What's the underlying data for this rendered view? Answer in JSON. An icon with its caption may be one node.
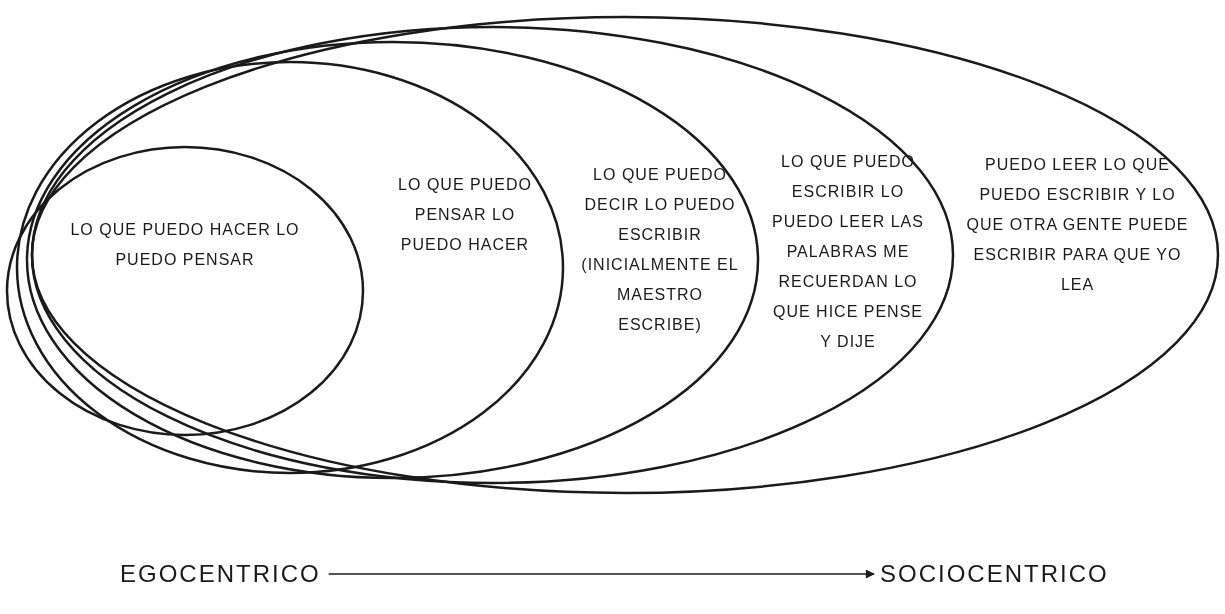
{
  "diagram": {
    "nodes": [
      {
        "text": [
          "PUEDO LEER LO QUE PUEDO ESCRIBIR Y LO QUE OTRA GENTE PUEDE ESCRIBIR PARA QUE YO LEA"
        ]
      },
      {
        "text": [
          "LO QUE PUEDO ESCRIBIR LO PUEDO LEER LAS PALABRAS ME RECUERDAN LO QUE HICE PENSE Y DIJE"
        ],
        "in": 0
      },
      {
        "text": [
          "LO QUE PUEDO DECIR LO PUEDO ESCRIBIR (INICIALMENTE EL MAESTRO ESCRIBE)"
        ],
        "in": 1
      },
      {
        "text": [
          "LO QUE PUEDO PENSAR LO PUEDO HACER"
        ],
        "in": 2
      },
      {
        "text": [
          "LO QUE PUEDO HACER LO PUEDO PENSAR"
        ],
        "in": 3
      },
      {
        "text": [
          "EGOCENTRICO"
        ]
      },
      {
        "text": [
          "SOCIOCENTRICO"
        ]
      }
    ],
    "edges": [
      {
        "from": 5,
        "to": 6,
        "arrow": "to"
      }
    ]
  }
}
